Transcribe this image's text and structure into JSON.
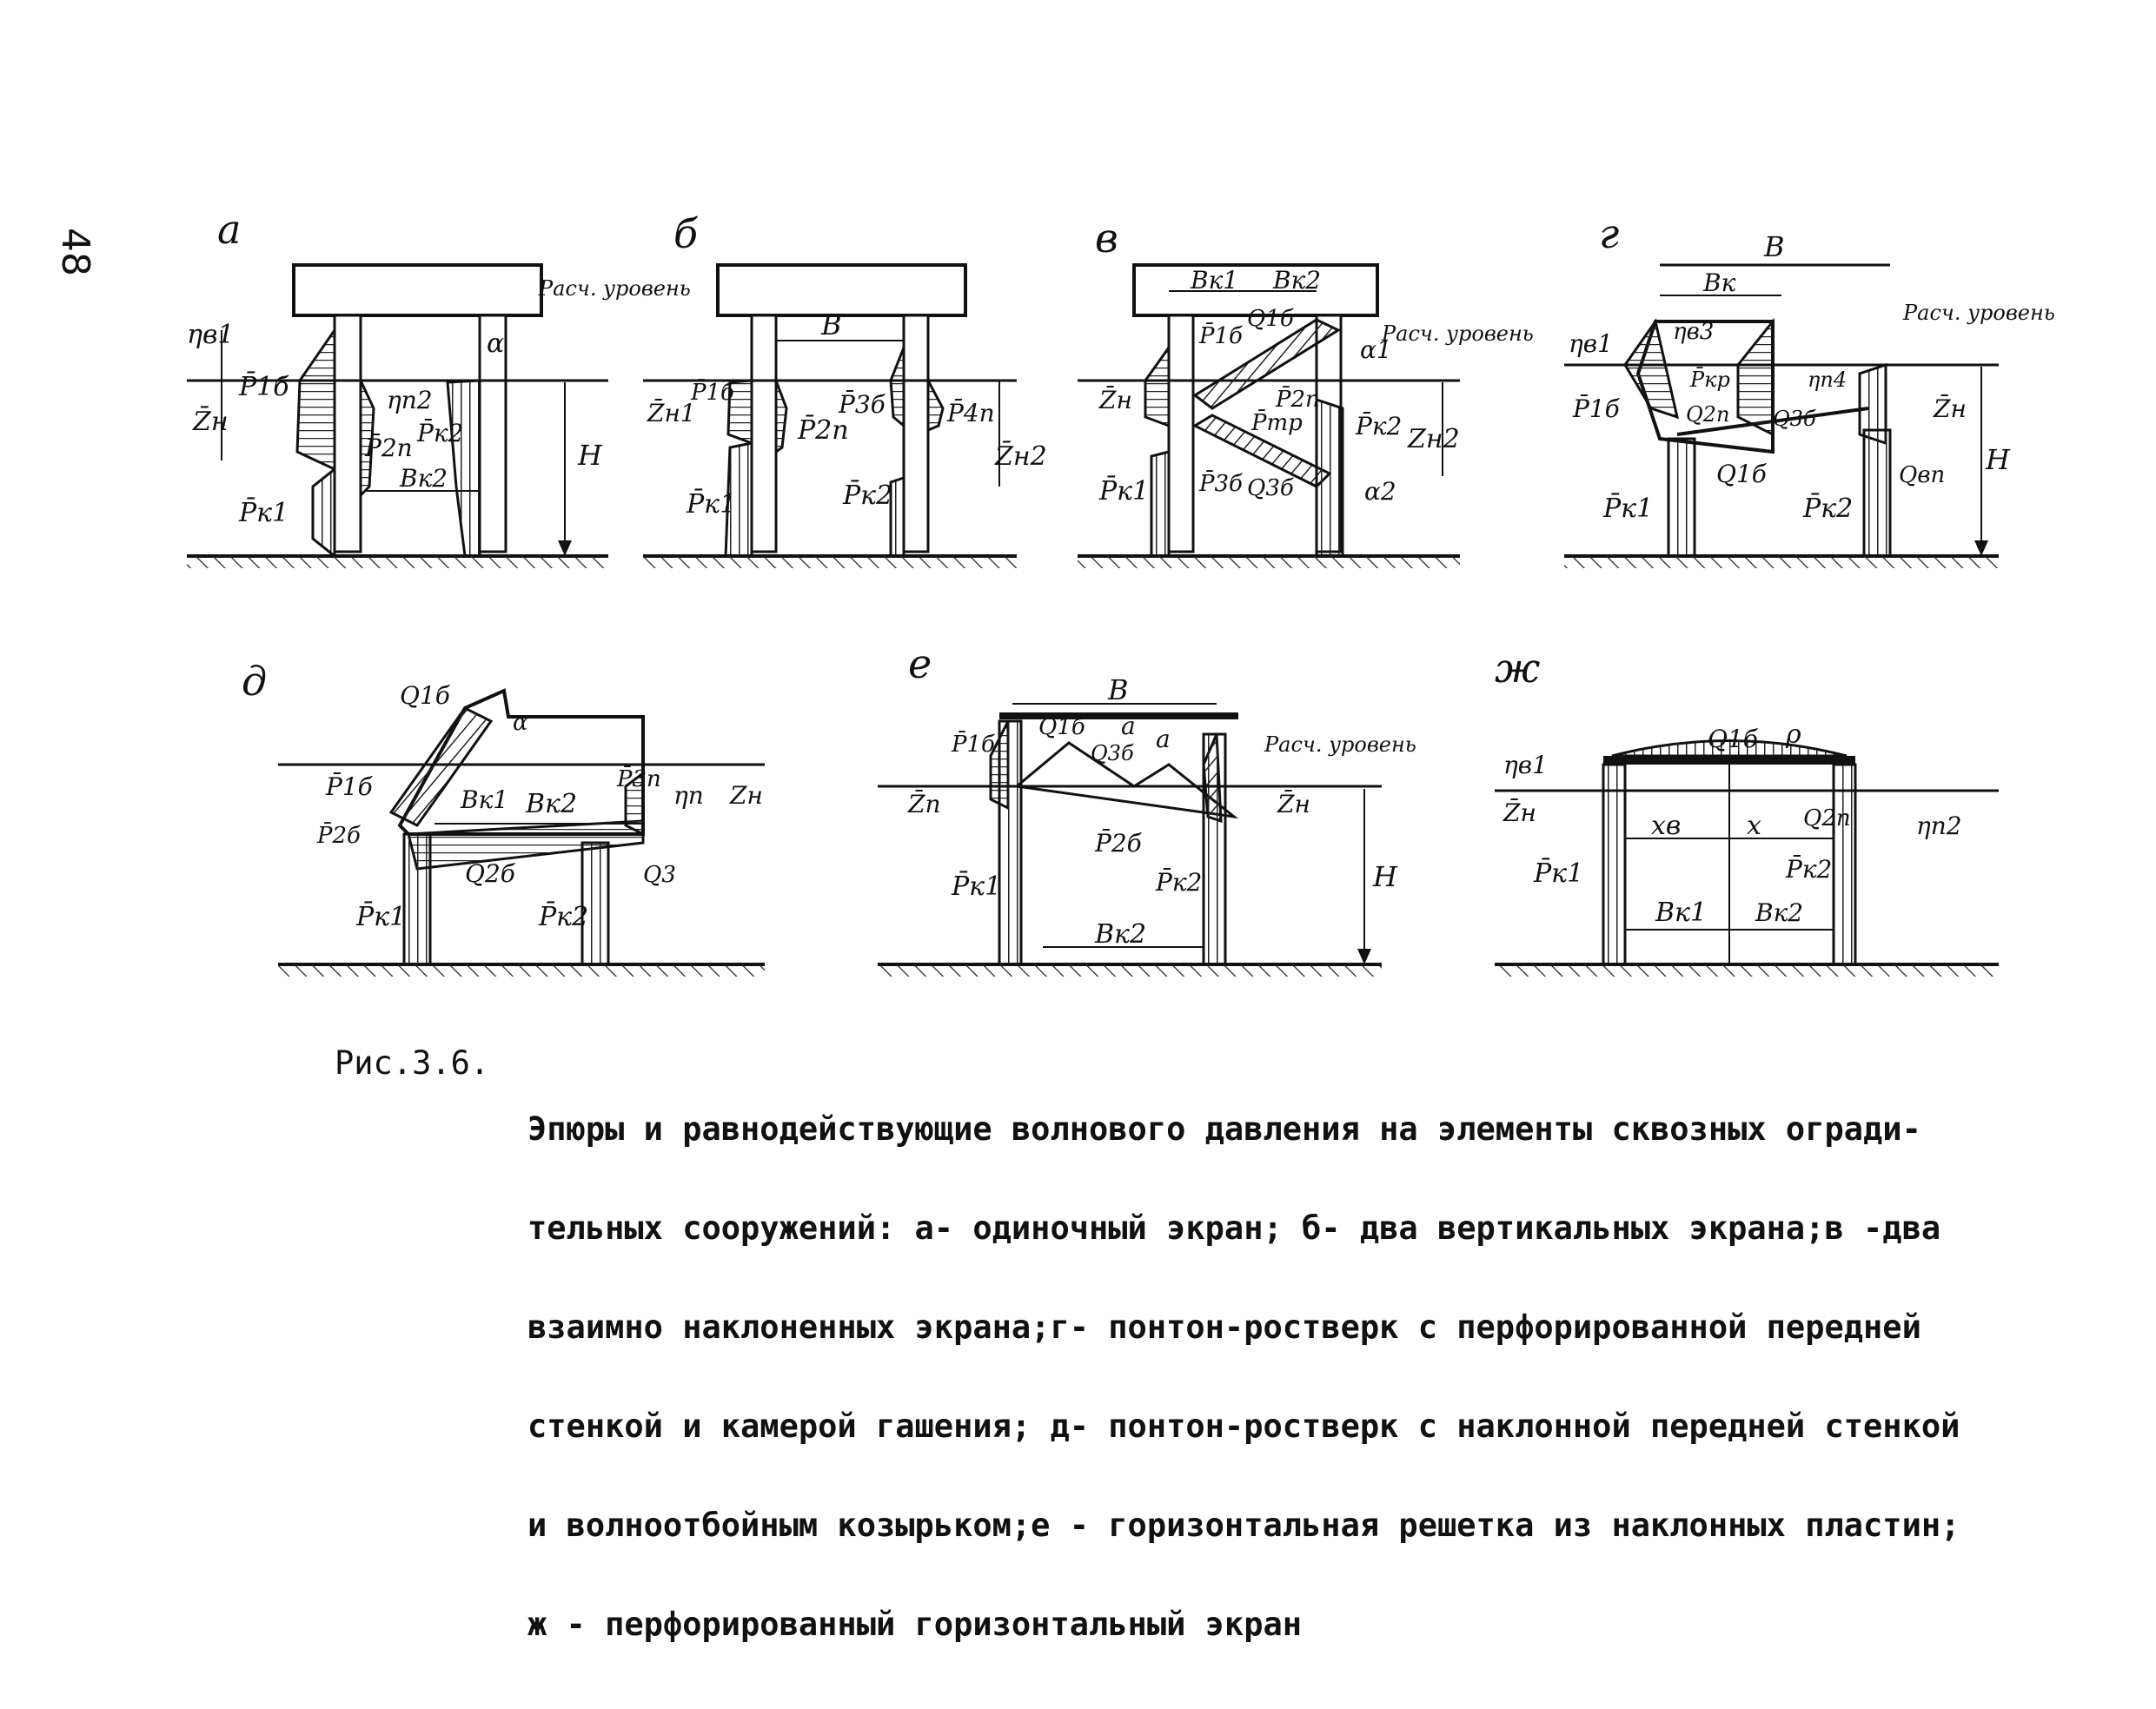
{
  "page_number": "48",
  "panels": {
    "a": {
      "letter": "а",
      "labels": {
        "level": "Расч. уровень",
        "eta_b1": "ηв1",
        "p1b": "P̄1б",
        "zh": "Z̄н",
        "eta_n2": "ηп2",
        "p2n": "P̄2п",
        "pk2": "P̄к2",
        "bk2": "Bк2",
        "pk1": "P̄к1",
        "alpha": "α",
        "h": "H"
      }
    },
    "b": {
      "letter": "б",
      "labels": {
        "b": "B",
        "zh1": "Z̄н1",
        "p1b": "P̄1б",
        "p3b": "P̄3б",
        "p4n": "P̄4п",
        "p2n": "P̄2п",
        "zh2": "Z̄н2",
        "pk1": "P̄к1",
        "pk2": "P̄к2"
      }
    },
    "v": {
      "letter": "в",
      "labels": {
        "bk1": "Bк1",
        "bk2": "Bк2",
        "level": "Расч. уровень",
        "p1b": "P̄1б",
        "q1b": "Q1б",
        "alpha1": "α1",
        "p2n": "P̄2п",
        "pmp": "P̄mр",
        "zh": "Z̄н",
        "pk2": "P̄к2",
        "zh2": "Zн2",
        "p3b": "P̄3б",
        "q3b": "Q3б",
        "alpha2": "α2",
        "pk1": "P̄к1"
      }
    },
    "g": {
      "letter": "г",
      "labels": {
        "b": "B",
        "bk": "Bк",
        "level": "Расч. уровень",
        "eta_b1": "ηв1",
        "eta_b3": "ηв3",
        "pkp": "P̄кр",
        "eta_n4": "ηп4",
        "p1b": "P̄1б",
        "q2n": "Q2п",
        "q3b": "Q3б",
        "zh": "Z̄н",
        "h": "H",
        "q1b": "Q1б",
        "qbn": "Qвп",
        "pk1": "P̄к1",
        "pk2": "P̄к2"
      }
    },
    "d": {
      "letter": "д",
      "labels": {
        "q1b": "Q1б",
        "alpha": "α",
        "p1b": "P̄1б",
        "bk1": "Bк1",
        "bk2": "Bк2",
        "p3n": "P̄3п",
        "eta_n": "ηп",
        "zh": "Zн",
        "p2b": "P̄2б",
        "q2b": "Q2б",
        "q3": "Q3",
        "pk1": "P̄к1",
        "pk2": "P̄к2"
      }
    },
    "e": {
      "letter": "е",
      "labels": {
        "b": "B",
        "level": "Расч. уровень",
        "p1b": "P̄1б",
        "q1b": "Q1б",
        "q3b": "Q3б",
        "a1": "a",
        "a2": "a",
        "zn": "Z̄п",
        "zh": "Z̄н",
        "p2b": "P̄2б",
        "pk2": "P̄к2",
        "pk1": "P̄к1",
        "h": "H",
        "bk2": "Bк2"
      }
    },
    "zh": {
      "letter": "ж",
      "labels": {
        "q1b": "Q1б",
        "rho": "ρ",
        "eta_b1": "ηв1",
        "zh": "Z̄н",
        "xb": "xв",
        "x": "x",
        "q2n": "Q2п",
        "eta_n2": "ηп2",
        "pk1": "P̄к1",
        "pk2": "P̄к2",
        "bk1": "Bк1",
        "bk2": "Bк2"
      }
    }
  },
  "caption": {
    "label": "Рис.3.6.",
    "lines": [
      "Эпюры и равнодействующие волнового давления на элементы сквозных огради-",
      "тельных сооружений: а- одиночный экран; б- два вертикальных экрана;в -два",
      "взаимно наклоненных экрана;г- понтон-ростверк с перфорированной передней",
      "стенкой и камерой гашения; д- понтон-ростверк с наклонной передней стенкой",
      "и волноотбойным козырьком;е - горизонтальная решетка из наклонных пластин;",
      "ж - перфорированный горизонтальный экран"
    ]
  }
}
